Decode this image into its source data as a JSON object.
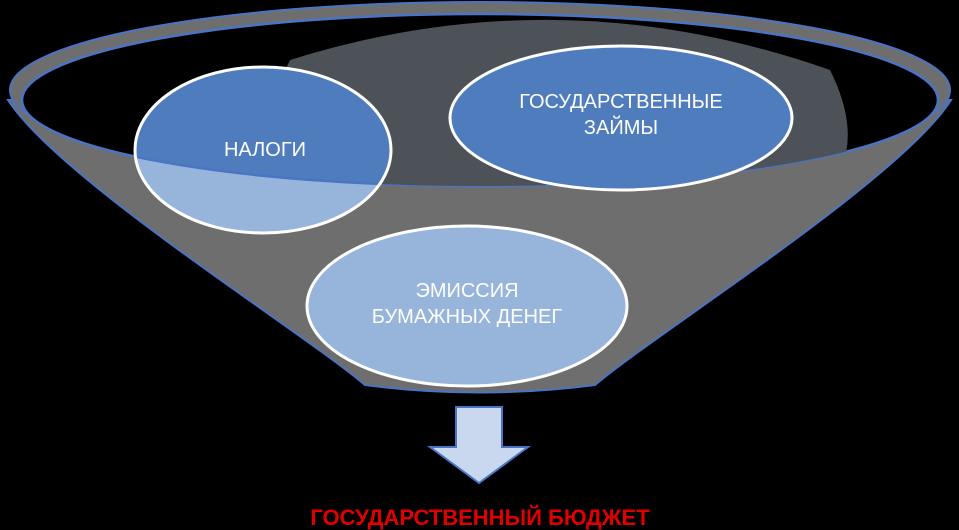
{
  "colors": {
    "background": "#000000",
    "funnel_fill": "#6e6e6e",
    "funnel_inner": "#4d5158",
    "funnel_outline": "#4a74c4",
    "circle_dark": "#4f7cbd",
    "circle_light": "#97b4da",
    "circle_border": "#ffffff",
    "arrow_fill": "#c9d8ee",
    "arrow_outline": "#4a74c4",
    "result_text": "#e00000"
  },
  "nodes": {
    "taxes": {
      "label": "НАЛОГИ"
    },
    "loans": {
      "line1": "ГОСУДАРСТВЕННЫЕ",
      "line2": "ЗАЙМЫ"
    },
    "emission": {
      "line1": "ЭМИССИЯ",
      "line2": "БУМАЖНЫХ ДЕНЕГ"
    }
  },
  "result": {
    "label": "ГОСУДАРСТВЕННЫЙ БЮДЖЕТ",
    "arrow_icon": "arrow-down-icon"
  }
}
